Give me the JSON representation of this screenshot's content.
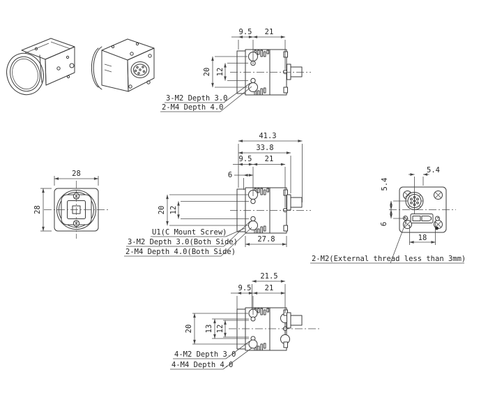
{
  "drawing": {
    "type": "technical-outline-drawing",
    "subject": "industrial C-mount camera, five orthographic views plus two isometric views"
  },
  "colors": {
    "background": "#ffffff",
    "line": "#3a3a3a",
    "dimension": "#4a4a4a",
    "text": "#252525"
  },
  "views": {
    "top": {
      "dim_flange": "9.5",
      "dim_span": "21",
      "dim_height": "20",
      "dim_inner": "12",
      "callout_m2": "3-M2 Depth 3.0",
      "callout_m4": "2-M4 Depth 4.0"
    },
    "front": {
      "dim_width": "28",
      "dim_height": "28"
    },
    "side": {
      "dim_overall": "41.3",
      "dim_body": "33.8",
      "dim_flange": "9.5",
      "dim_span": "21",
      "dim_offset": "6",
      "dim_height": "20",
      "dim_inner": "12",
      "dim_depth": "27.8",
      "callout_mount": "U1(C Mount Screw)",
      "callout_m2": "3-M2 Depth 3.0(Both Side)",
      "callout_m4": "2-M4 Depth 4.0(Both Side)"
    },
    "rear": {
      "dim_offset_h": "5.4",
      "dim_offset_v": "5.4",
      "dim_usb": "6",
      "dim_span": "18",
      "callout": "2-M2(External thread less than 3mm)"
    },
    "bottom": {
      "dim_outer_span": "21.5",
      "dim_flange": "9.5",
      "dim_span": "21",
      "dim_height": "20",
      "dim_mid": "13",
      "dim_inner": "12",
      "callout_m2": "4-M2 Depth 3.0",
      "callout_m4": "4-M4 Depth 4.0"
    }
  }
}
